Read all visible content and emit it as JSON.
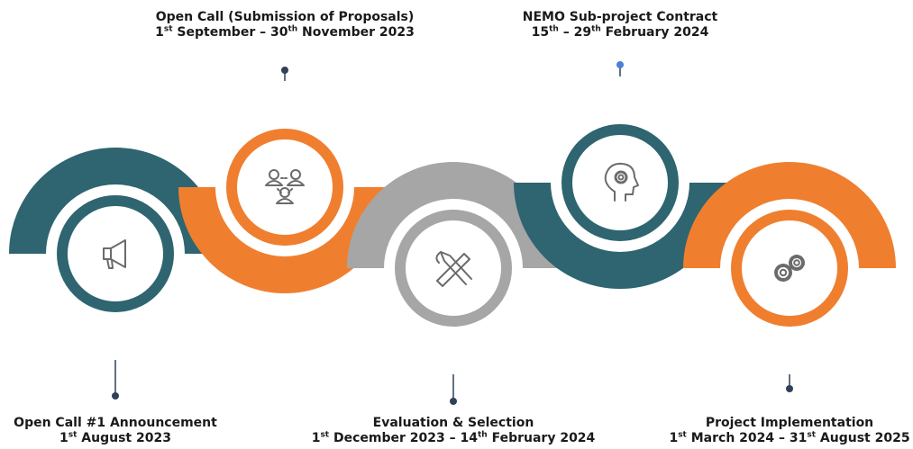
{
  "colors": {
    "teal": "#2e6570",
    "orange": "#ef7f2f",
    "gray": "#a6a6a6",
    "connector": "#2f4159",
    "connector_accent": "#4a7fd6",
    "icon_stroke": "#6b6b6b"
  },
  "stages": [
    {
      "title": "Open Call #1 Announcement",
      "date_parts": [
        "1",
        "st",
        " August 2023"
      ],
      "icon": "megaphone-icon",
      "color": "teal"
    },
    {
      "title": "Open Call (Submission of Proposals)",
      "date_parts": [
        "1",
        "st",
        " September – 30",
        "th",
        " November 2023"
      ],
      "icon": "people-network-icon",
      "color": "orange"
    },
    {
      "title": "Evaluation & Selection",
      "date_parts": [
        "1",
        "st",
        " December 2023 – 14",
        "th",
        " February 2024"
      ],
      "icon": "pen-ruler-icon",
      "color": "gray"
    },
    {
      "title": "NEMO Sub-project Contract",
      "date_parts": [
        "15",
        "th",
        " – 29",
        "th",
        " February 2024"
      ],
      "icon": "head-gear-icon",
      "color": "teal"
    },
    {
      "title": "Project Implementation",
      "date_parts": [
        "1",
        "st",
        " March 2024 – 31",
        "st",
        " August 2025"
      ],
      "icon": "gears-icon",
      "color": "orange"
    }
  ]
}
